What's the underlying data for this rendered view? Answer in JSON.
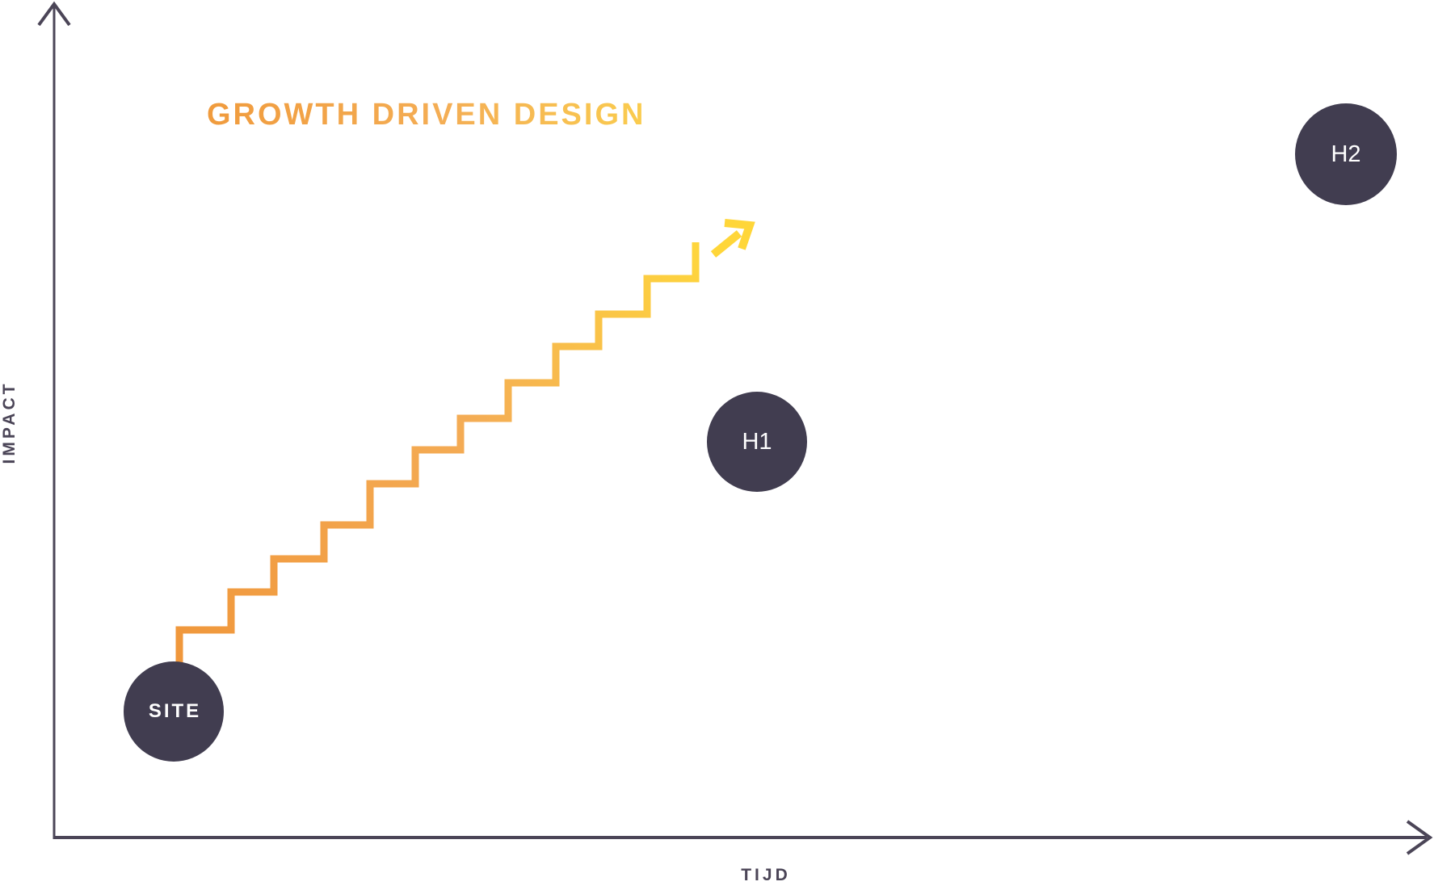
{
  "title": {
    "text": "GROWTH DRIVEN DESIGN"
  },
  "axes": {
    "y_label": "IMPACT",
    "x_label": "TIJD",
    "color": "#4B4557"
  },
  "nodes": {
    "site": {
      "label": "SITE"
    },
    "h1": {
      "label": "H1"
    },
    "h2": {
      "label": "H2"
    }
  },
  "colors": {
    "background": "#FFFFFF",
    "axis": "#4B4557",
    "node_fill": "#413D50",
    "node_text": "#FFFFFF",
    "stair_gradient": [
      "#F0973B",
      "#F4AC55",
      "#FFD83B"
    ],
    "growth_arrow": "#FFD639",
    "title_gradient": [
      "#F09B3D",
      "#FACC4E"
    ]
  }
}
